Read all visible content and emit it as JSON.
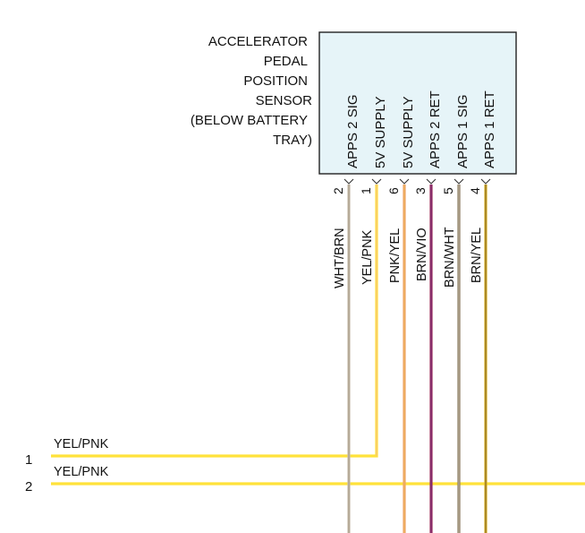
{
  "component": {
    "title_lines": [
      "ACCELERATOR",
      "PEDAL",
      "POSITION",
      "SENSOR",
      "(BELOW BATTERY",
      "TRAY)"
    ],
    "box_fill": "#e6f4f8",
    "box_stroke": "#222222"
  },
  "pins": [
    {
      "function": "APPS 2 SIG",
      "pin": "2",
      "wire": "WHT/BRN",
      "color": "#c9bfae",
      "stripe": "#8f8069"
    },
    {
      "function": "5V SUPPLY",
      "pin": "1",
      "wire": "YEL/PNK",
      "color": "#ffe23a",
      "stripe": "#f2a3c0"
    },
    {
      "function": "5V SUPPLY",
      "pin": "6",
      "wire": "PNK/YEL",
      "color": "#f0a36b",
      "stripe": "#e8c24a"
    },
    {
      "function": "APPS 2 RET",
      "pin": "3",
      "wire": "BRN/VIO",
      "color": "#a0325f",
      "stripe": "#6a2a7a"
    },
    {
      "function": "APPS 1 SIG",
      "pin": "5",
      "wire": "BRN/WHT",
      "color": "#8a7a60",
      "stripe": "#d8d0c0"
    },
    {
      "function": "APPS 1 RET",
      "pin": "4",
      "wire": "BRN/YEL",
      "color": "#d9b52a",
      "stripe": "#6b4a1f"
    }
  ],
  "bus": [
    {
      "id": "1",
      "wire": "YEL/PNK",
      "color": "#ffe23a"
    },
    {
      "id": "2",
      "wire": "YEL/PNK",
      "color": "#ffe23a"
    }
  ]
}
